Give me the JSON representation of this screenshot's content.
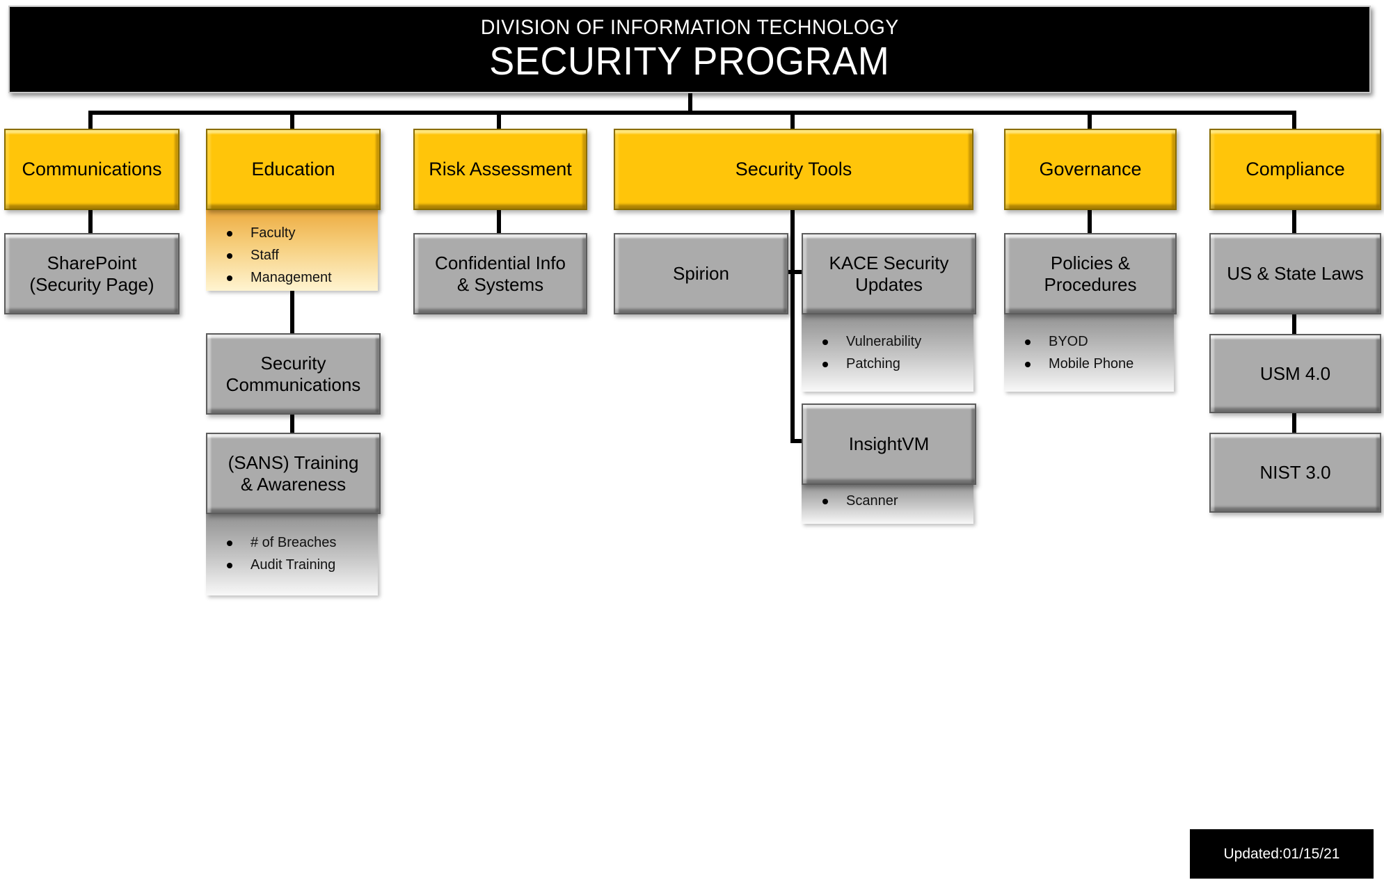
{
  "title": {
    "line1": "DIVISION OF INFORMATION TECHNOLOGY",
    "line2": "SECURITY PROGRAM"
  },
  "updated_badge": "Updated:01/15/21",
  "colors": {
    "branch_gold": "#FFC50A",
    "sub_gray": "#ABABAB",
    "header_bg": "#000000",
    "connector": "#000000"
  },
  "branches": {
    "communications": {
      "label": "Communications",
      "sharepoint": "SharePoint\n(Security Page)"
    },
    "education": {
      "label": "Education",
      "audience_bullets": [
        "Faculty",
        "Staff",
        "Management"
      ],
      "security_communications": "Security\nCommunications",
      "sans_training": "(SANS) Training\n& Awareness",
      "metrics_bullets": [
        "# of Breaches",
        "Audit Training"
      ]
    },
    "risk_assessment": {
      "label": "Risk Assessment",
      "confidential": "Confidential Info\n& Systems"
    },
    "security_tools": {
      "label": "Security Tools",
      "spirion": "Spirion",
      "kace": "KACE Security\nUpdates",
      "kace_bullets": [
        "Vulnerability",
        "Patching"
      ],
      "insightvm": "InsightVM",
      "insightvm_bullets": [
        "Scanner"
      ]
    },
    "governance": {
      "label": "Governance",
      "policies": "Policies &\nProcedures",
      "policy_bullets": [
        "BYOD",
        "Mobile Phone"
      ]
    },
    "compliance": {
      "label": "Compliance",
      "us_state_laws": "US & State Laws",
      "usm": "USM 4.0",
      "nist": "NIST 3.0"
    }
  }
}
